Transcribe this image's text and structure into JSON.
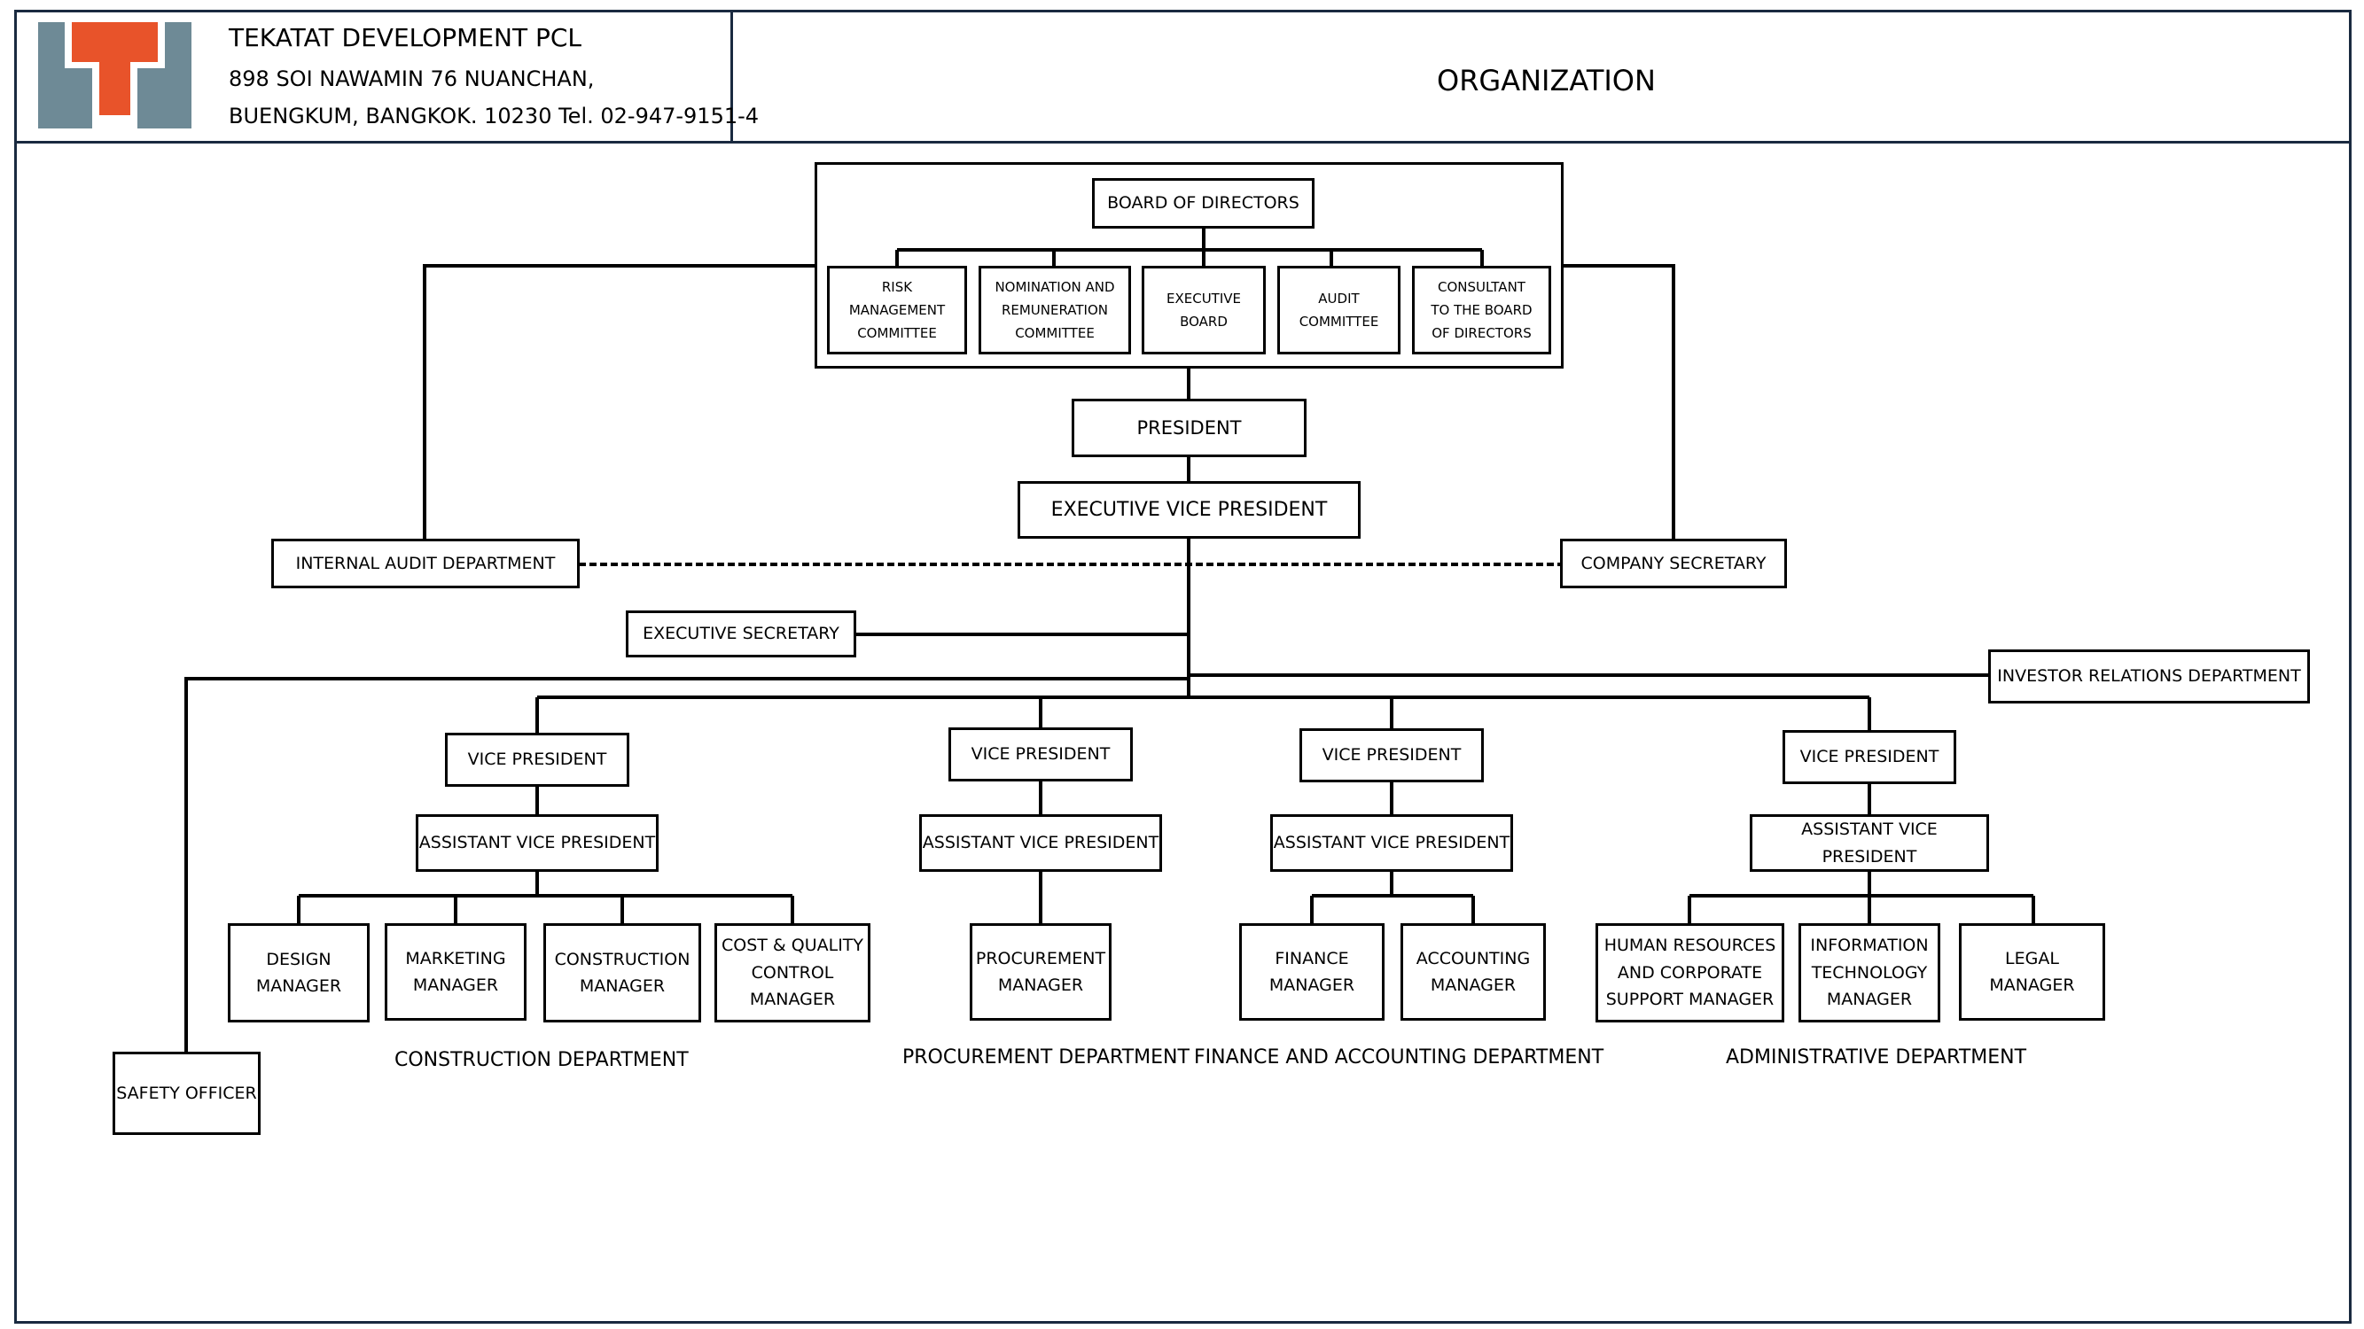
{
  "header": {
    "company_name": "TEKATAT DEVELOPMENT PCL",
    "address_line1": "898 SOI NAWAMIN 76 NUANCHAN,",
    "address_line2": "BUENGKUM, BANGKOK. 10230 Tel. 02-947-9151-4",
    "title": "ORGANIZATION",
    "logo_colors": {
      "outer": "#6e8a96",
      "inner": "#e8532a"
    }
  },
  "board": {
    "title": "BOARD OF DIRECTORS",
    "committees": [
      "RISK\nMANAGEMENT\nCOMMITTEE",
      "NOMINATION AND\nREMUNERATION\nCOMMITTEE",
      "EXECUTIVE\nBOARD",
      "AUDIT\nCOMMITTEE",
      "CONSULTANT\nTO THE BOARD\nOF DIRECTORS"
    ]
  },
  "president": "PRESIDENT",
  "evp": "EXECUTIVE VICE PRESIDENT",
  "internal_audit": "INTERNAL AUDIT DEPARTMENT",
  "company_secretary": "COMPANY SECRETARY",
  "executive_secretary": "EXECUTIVE  SECRETARY",
  "investor_relations": "INVESTOR RELATIONS DEPARTMENT",
  "safety_officer": "SAFETY OFFICER",
  "departments": {
    "construction": {
      "vp": "VICE PRESIDENT",
      "avp": "ASSISTANT VICE PRESIDENT",
      "managers": [
        "DESIGN\nMANAGER",
        "MARKETING\nMANAGER",
        "CONSTRUCTION\nMANAGER",
        "COST & QUALITY\nCONTROL\nMANAGER"
      ],
      "name": "CONSTRUCTION DEPARTMENT"
    },
    "procurement": {
      "vp": "VICE PRESIDENT",
      "avp": "ASSISTANT VICE PRESIDENT",
      "managers": [
        "PROCUREMENT\nMANAGER"
      ],
      "name": "PROCUREMENT DEPARTMENT"
    },
    "finance": {
      "vp": "VICE PRESIDENT",
      "avp": "ASSISTANT VICE PRESIDENT",
      "managers": [
        "FINANCE\nMANAGER",
        "ACCOUNTING\nMANAGER"
      ],
      "name": "FINANCE AND ACCOUNTING DEPARTMENT"
    },
    "admin": {
      "vp": "VICE PRESIDENT",
      "avp": "ASSISTANT VICE PRESIDENT",
      "managers": [
        "HUMAN RESOURCES\nAND CORPORATE\nSUPPORT MANAGER",
        "INFORMATION\nTECHNOLOGY\nMANAGER",
        "LEGAL\nMANAGER"
      ],
      "name": "ADMINISTRATIVE DEPARTMENT"
    }
  }
}
